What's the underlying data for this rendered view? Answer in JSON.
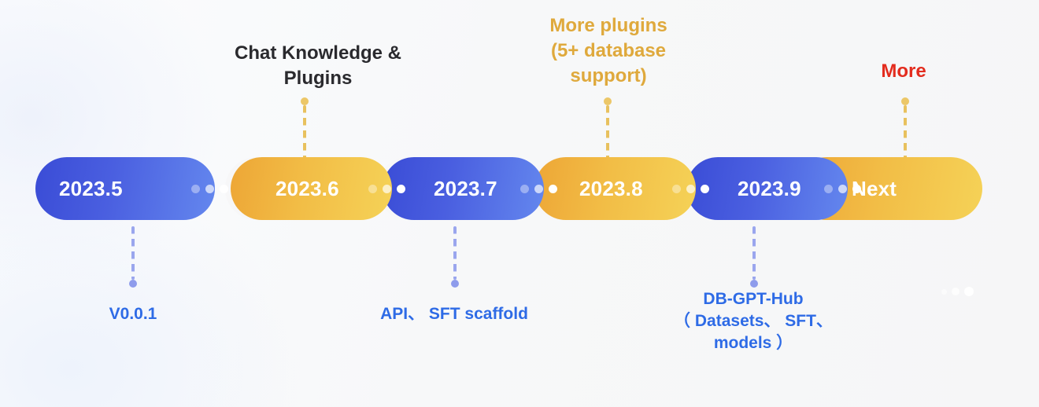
{
  "theme": {
    "blue_dark": "#3a4cd6",
    "blue_light": "#6487ee",
    "yellow_dark": "#eda636",
    "yellow_light": "#f5d257",
    "label_dark": "#2a2a2e",
    "label_amber": "#dfa93c",
    "label_red": "#e32c1e",
    "label_blue": "#2e6be6",
    "connector_up": "#e8c15e",
    "connector_down": "#9aa6ee",
    "background": "#f7f7f8"
  },
  "timeline": {
    "segments": [
      {
        "label": "2023.5",
        "color": "blue",
        "has_dots": true
      },
      {
        "label": "2023.6",
        "color": "yellow",
        "has_dots": true
      },
      {
        "label": "2023.7",
        "color": "blue",
        "has_dots": true
      },
      {
        "label": "2023.8",
        "color": "yellow",
        "has_dots": true
      },
      {
        "label": "2023.9",
        "color": "blue",
        "has_dots": true
      },
      {
        "label": "Next",
        "color": "yellow",
        "has_dots": false
      }
    ]
  },
  "milestones_above": [
    {
      "text": "Chat Knowledge &\nPlugins",
      "segment": "2023.6",
      "color": "dark"
    },
    {
      "text": "More plugins\n(5+ database\nsupport)",
      "segment": "2023.8",
      "color": "amber"
    },
    {
      "text": "More",
      "segment": "Next",
      "color": "red"
    }
  ],
  "milestones_below": [
    {
      "text": "V0.0.1",
      "segment": "2023.5",
      "color": "blue"
    },
    {
      "text": "API、 SFT scaffold",
      "segment": "2023.7",
      "color": "blue"
    },
    {
      "text": "DB-GPT-Hub\n（ Datasets、 SFT、\nmodels ）",
      "segment": "2023.9",
      "color": "blue"
    }
  ]
}
